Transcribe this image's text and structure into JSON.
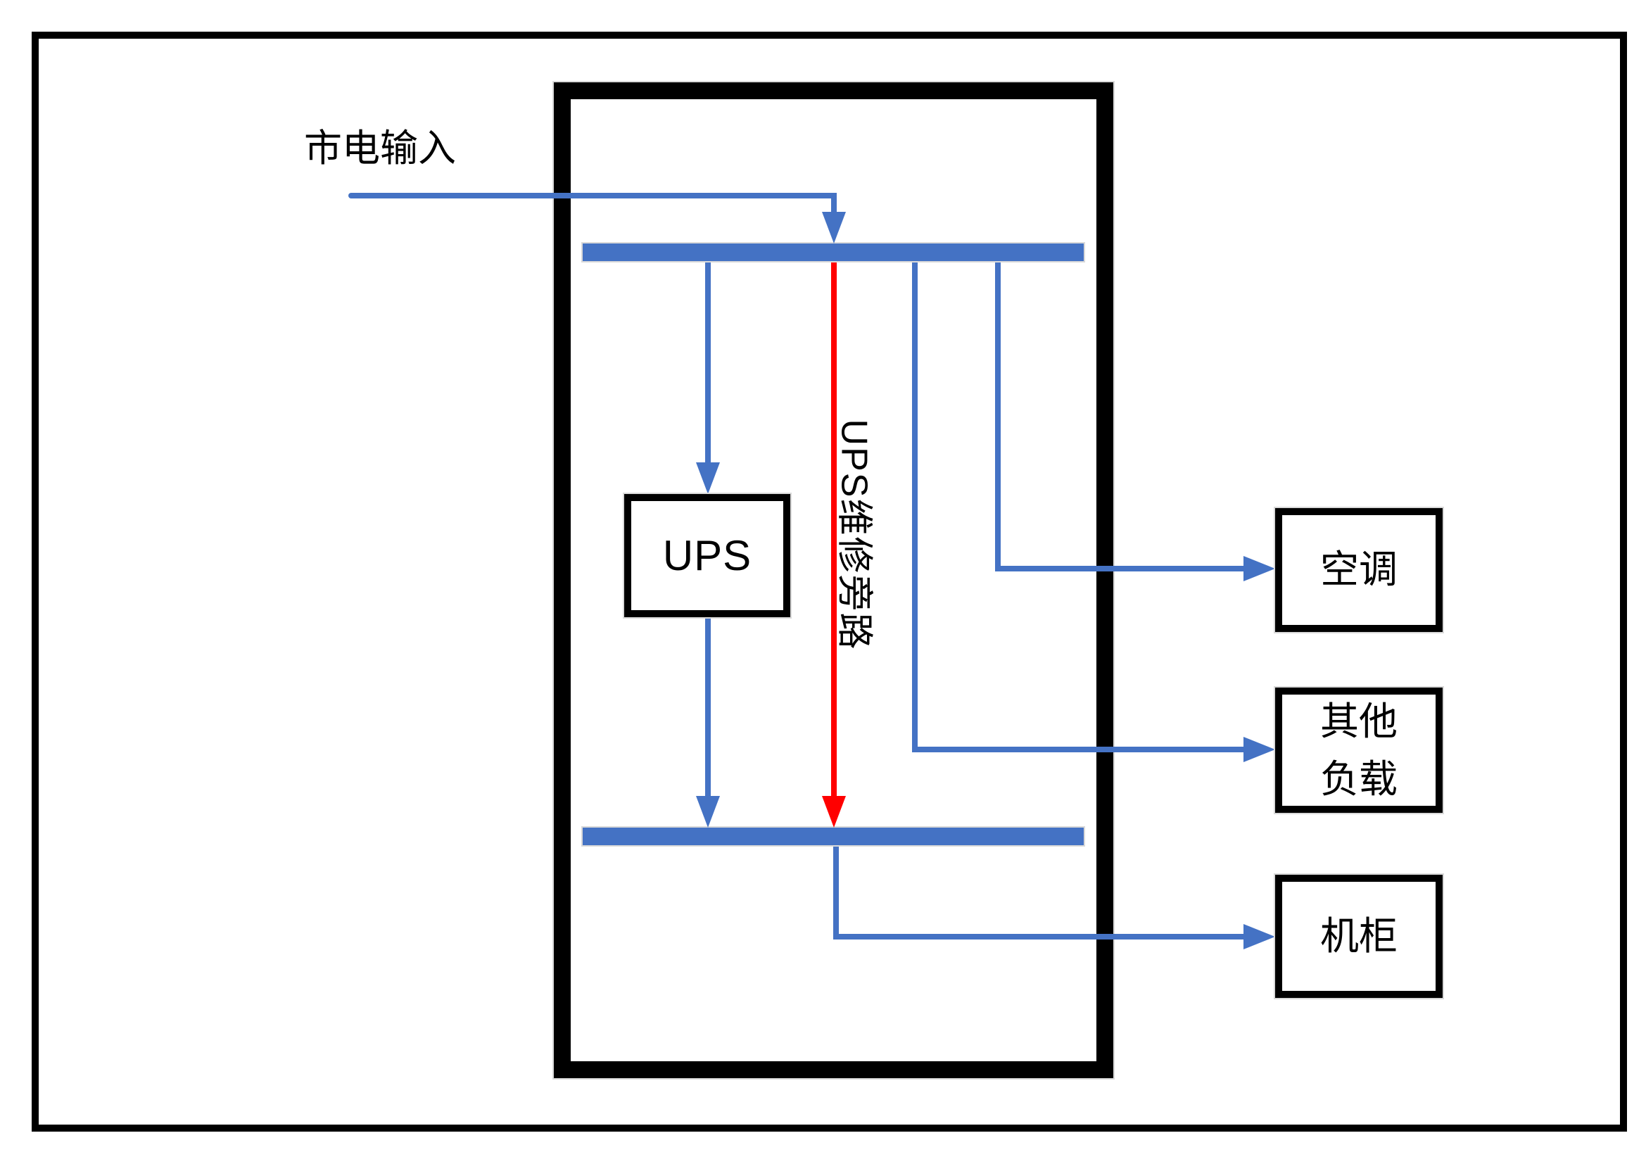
{
  "colors": {
    "accent_blue": "#4472C4",
    "bypass_red": "#FF0000",
    "frame_black": "#000000",
    "canvas_white": "#FFFFFF",
    "shape_outline": "#D9D9D9"
  },
  "diagram": {
    "mains_label": "市电输入",
    "ups_label": "UPS",
    "bypass_label": "UPS维修旁路",
    "loads": {
      "aircon": {
        "label": "空调"
      },
      "other": {
        "line1": "其他",
        "line2": "负载"
      },
      "cabinet": {
        "label": "机柜"
      }
    },
    "connections": [
      {
        "from": "市电输入",
        "to": "顶部配电母线",
        "color": "#4472C4"
      },
      {
        "from": "顶部配电母线",
        "to": "UPS",
        "color": "#4472C4"
      },
      {
        "from": "UPS",
        "to": "底部配电母线",
        "color": "#4472C4"
      },
      {
        "from": "顶部配电母线",
        "to": "底部配电母线",
        "via": "UPS维修旁路",
        "color": "#FF0000"
      },
      {
        "from": "顶部配电母线",
        "to": "空调",
        "color": "#4472C4"
      },
      {
        "from": "顶部配电母线",
        "to": "其他负载",
        "color": "#4472C4"
      },
      {
        "from": "底部配电母线",
        "to": "机柜",
        "color": "#4472C4"
      }
    ]
  }
}
